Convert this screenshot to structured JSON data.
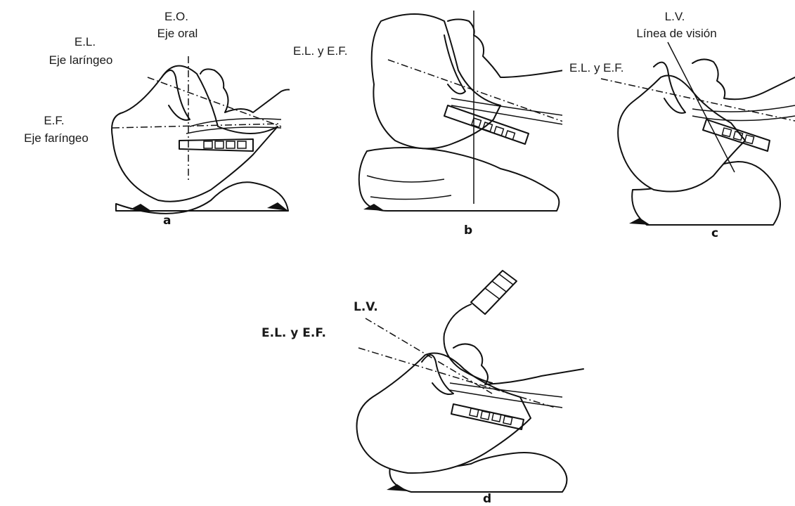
{
  "panels": {
    "a": {
      "letter": "a",
      "eo_abbr": "E.O.",
      "eo_name": "Eje oral",
      "el_abbr": "E.L.",
      "el_name": "Eje laríngeo",
      "ef_abbr": "E.F.",
      "ef_name": "Eje faríngeo"
    },
    "b": {
      "letter": "b",
      "el_ef": "E.L. y E.F."
    },
    "c": {
      "letter": "c",
      "lv_abbr": "L.V.",
      "lv_name": "Línea de visión",
      "el_ef": "E.L. y E.F."
    },
    "d": {
      "letter": "d",
      "lv_abbr": "L.V.",
      "el_ef": "E.L. y E.F."
    }
  }
}
